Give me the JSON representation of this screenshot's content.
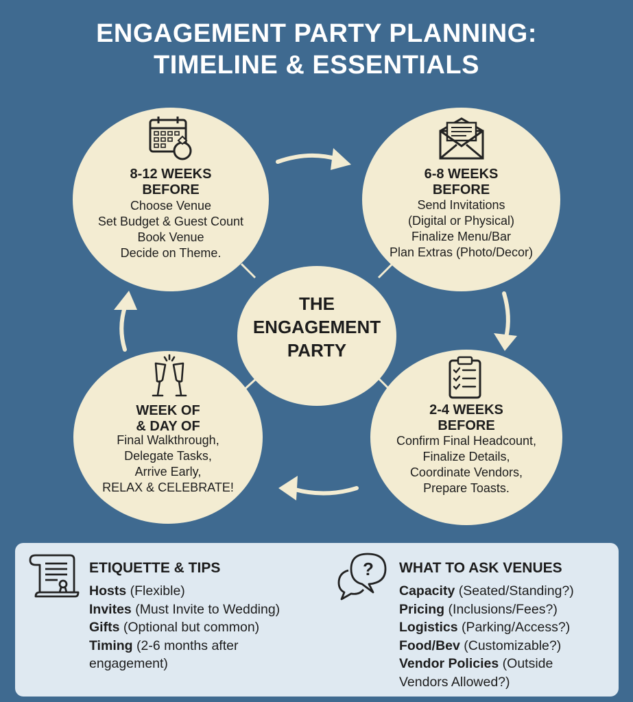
{
  "title": {
    "line1": "ENGAGEMENT PARTY PLANNING:",
    "line2": "TIMELINE & ESSENTIALS"
  },
  "colors": {
    "background": "#3f6a90",
    "circle": "#f3ecd2",
    "panel": "#dfe9f1",
    "arrow": "#f3ecd2"
  },
  "center": {
    "line1": "THE",
    "line2": "ENGAGEMENT",
    "line3": "PARTY"
  },
  "stages": [
    {
      "icon": "calendar-ring-icon",
      "heading1": "8-12 WEEKS",
      "heading2": "BEFORE",
      "items": [
        "Choose Venue",
        "Set Budget & Guest Count",
        "Book Venue",
        "Decide on Theme."
      ]
    },
    {
      "icon": "envelope-invitation-icon",
      "heading1": "6-8 WEEKS",
      "heading2": "BEFORE",
      "items": [
        "Send Invitations",
        "(Digital or Physical)",
        "Finalize Menu/Bar",
        "Plan Extras (Photo/Decor)"
      ]
    },
    {
      "icon": "clipboard-checklist-icon",
      "heading1": "2-4 WEEKS",
      "heading2": "BEFORE",
      "items": [
        "Confirm Final Headcount,",
        "Finalize Details,",
        "Coordinate Vendors,",
        "Prepare Toasts."
      ]
    },
    {
      "icon": "champagne-glasses-icon",
      "heading1": "WEEK OF",
      "heading2": "& DAY OF",
      "items": [
        "Final Walkthrough,",
        "Delegate Tasks,",
        "Arrive Early,",
        "RELAX & CELEBRATE!"
      ]
    }
  ],
  "etiquette": {
    "icon": "scroll-certificate-icon",
    "title": "ETIQUETTE & TIPS",
    "items": [
      {
        "term": "Hosts",
        "detail": " (Flexible)"
      },
      {
        "term": "Invites",
        "detail": " (Must Invite to Wedding)"
      },
      {
        "term": "Gifts",
        "detail": " (Optional but common)"
      },
      {
        "term": "Timing",
        "detail": " (2-6 months after"
      },
      {
        "term": "",
        "detail": "engagement)"
      }
    ]
  },
  "venues": {
    "icon": "question-speech-bubbles-icon",
    "title": "WHAT TO ASK VENUES",
    "items": [
      {
        "term": "Capacity",
        "detail": " (Seated/Standing?)"
      },
      {
        "term": "Pricing",
        "detail": " (Inclusions/Fees?)"
      },
      {
        "term": "Logistics",
        "detail": " (Parking/Access?)"
      },
      {
        "term": "Food/Bev",
        "detail": " (Customizable?)"
      },
      {
        "term": "Vendor Policies",
        "detail": " (Outside"
      },
      {
        "term": "",
        "detail": "Vendors Allowed?)"
      }
    ]
  }
}
